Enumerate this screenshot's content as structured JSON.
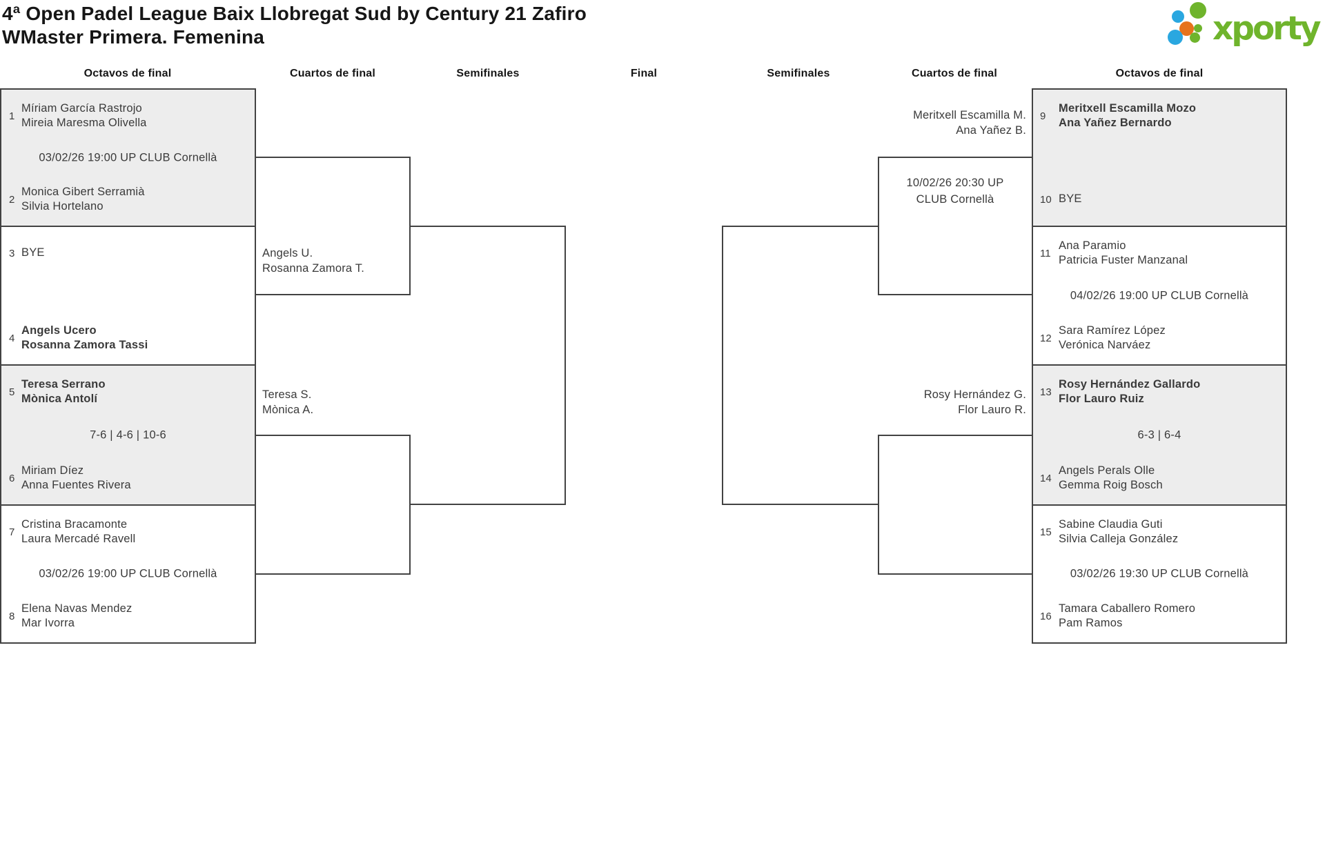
{
  "title": {
    "line1": "4ª Open Padel League Baix Llobregat Sud by Century 21 Zafiro",
    "line2": "WMaster Primera. Femenina"
  },
  "logo": {
    "text": "xporty"
  },
  "theme": {
    "green": "#6fb42c",
    "blue": "#2aa7e0",
    "orange": "#e6731c",
    "line": "#424242",
    "box_fill": "#ededed",
    "text": "#3a3a3a"
  },
  "rounds": [
    "Octavos de final",
    "Cuartos de final",
    "Semifinales",
    "Final",
    "Semifinales",
    "Cuartos de final",
    "Octavos de final"
  ],
  "octavos_left": [
    {
      "t1": {
        "seed": "1",
        "l1": "Míriam García Rastrojo",
        "l2": "Mireia Maresma Olivella",
        "bold": false
      },
      "info": "03/02/26 19:00 UP CLUB Cornellà",
      "t2": {
        "seed": "2",
        "l1": "Monica Gibert Serramià",
        "l2": "Silvia Hortelano",
        "bold": false
      },
      "shaded": true
    },
    {
      "t1": {
        "seed": "3",
        "l1": "BYE",
        "l2": "",
        "bold": false
      },
      "info": "",
      "t2": {
        "seed": "4",
        "l1": "Angels Ucero",
        "l2": "Rosanna Zamora Tassi",
        "bold": true
      },
      "shaded": false
    },
    {
      "t1": {
        "seed": "5",
        "l1": "Teresa Serrano",
        "l2": "Mònica Antolí",
        "bold": true
      },
      "info": "7-6 | 4-6 | 10-6",
      "t2": {
        "seed": "6",
        "l1": "Miriam Díez",
        "l2": "Anna Fuentes Rivera",
        "bold": false
      },
      "shaded": true
    },
    {
      "t1": {
        "seed": "7",
        "l1": "Cristina Bracamonte",
        "l2": "Laura Mercadé Ravell",
        "bold": false
      },
      "info": "03/02/26 19:00 UP CLUB Cornellà",
      "t2": {
        "seed": "8",
        "l1": "Elena Navas Mendez",
        "l2": "Mar Ivorra",
        "bold": false
      },
      "shaded": false
    }
  ],
  "octavos_right": [
    {
      "t1": {
        "seed": "9",
        "l1": "Meritxell Escamilla Mozo",
        "l2": "Ana Yañez Bernardo",
        "bold": true
      },
      "info": "",
      "t2": {
        "seed": "10",
        "l1": "BYE",
        "l2": "",
        "bold": false
      },
      "shaded": true
    },
    {
      "t1": {
        "seed": "11",
        "l1": "Ana Paramio",
        "l2": "Patricia Fuster Manzanal",
        "bold": false
      },
      "info": "04/02/26 19:00 UP CLUB Cornellà",
      "t2": {
        "seed": "12",
        "l1": "Sara Ramírez López",
        "l2": "Verónica Narváez",
        "bold": false
      },
      "shaded": false
    },
    {
      "t1": {
        "seed": "13",
        "l1": "Rosy Hernández Gallardo",
        "l2": "Flor Lauro Ruiz",
        "bold": true
      },
      "info": "6-3 | 6-4",
      "t2": {
        "seed": "14",
        "l1": "Angels Perals Olle",
        "l2": "Gemma Roig Bosch",
        "bold": false
      },
      "shaded": true
    },
    {
      "t1": {
        "seed": "15",
        "l1": "Sabine Claudia Guti",
        "l2": "Silvia Calleja González",
        "bold": false
      },
      "info": "03/02/26 19:30 UP CLUB Cornellà",
      "t2": {
        "seed": "16",
        "l1": "Tamara Caballero Romero",
        "l2": "Pam Ramos",
        "bold": false
      },
      "shaded": false
    }
  ],
  "cuartos": {
    "left_top": {
      "l1": "Angels U.",
      "l2": "Rosanna Zamora T."
    },
    "left_bottom": {
      "l1": "Teresa S.",
      "l2": "Mònica A."
    },
    "right_top": {
      "l1": "Meritxell Escamilla M.",
      "l2": "Ana Yañez B."
    },
    "right_top_schedule": {
      "l1": "10/02/26 20:30 UP",
      "l2": "CLUB Cornellà"
    },
    "right_bottom": {
      "l1": "Rosy Hernández G.",
      "l2": "Flor Lauro R."
    }
  }
}
